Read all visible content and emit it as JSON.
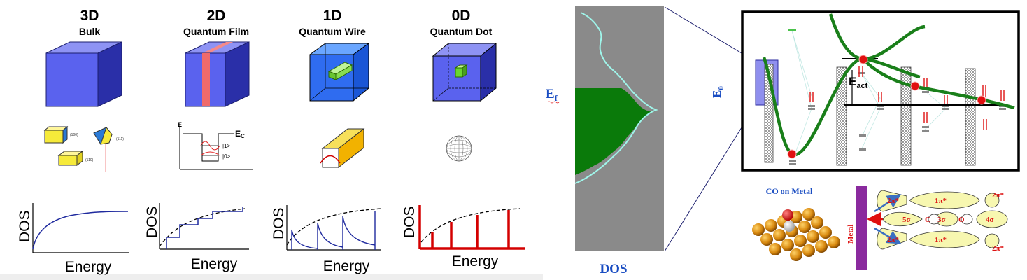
{
  "panel_left": {
    "columns": [
      {
        "dim": "3D",
        "name": "Bulk",
        "y_label": "DOS",
        "x_label": "Energy"
      },
      {
        "dim": "2D",
        "name": "Quantum Film",
        "y_label": "DOS",
        "x_label": "Energy"
      },
      {
        "dim": "1D",
        "name": "Quantum Wire",
        "y_label": "DOS",
        "x_label": "Energy"
      },
      {
        "dim": "0D",
        "name": "Quantum Dot",
        "y_label": "DOS",
        "x_label": "Energy"
      }
    ],
    "crystal_labels": [
      "(100)",
      "(111)",
      "(110)"
    ],
    "well": {
      "e_axis": "E",
      "ec": "E",
      "ec_sub": "C",
      "level1": "|1>",
      "level0": "|0>"
    }
  },
  "panel_mid": {
    "ef": "E",
    "ef_sub": "f",
    "xlabel": "DOS"
  },
  "panel_right": {
    "e0": "E",
    "e0_sub": "0",
    "eact": "E",
    "eact_sub": "act",
    "co_label": "CO on Metal",
    "metal_label": "Metal",
    "orbitals": {
      "pi_star": "2π*",
      "one_pi": "1π*",
      "five_sigma": "5σ",
      "c": "C",
      "three_sigma": "3σ",
      "o": "O",
      "four_sigma": "4σ"
    }
  },
  "colors": {
    "cube_front": "#5a62ee",
    "cube_top": "#8e93f4",
    "cube_side": "#2a2fa8",
    "film": "#f06a6a",
    "dos_blue": "#1f2a9e",
    "dot_red": "#d40000",
    "dos_green": "#0a7a0a",
    "curve_cyan": "#9ff5ea",
    "gray_bg": "#8a8a8a",
    "curve_green": "#1a7f1a",
    "orbital_yellow": "#f7f7b0",
    "metal_purple": "#8a2a9e"
  }
}
